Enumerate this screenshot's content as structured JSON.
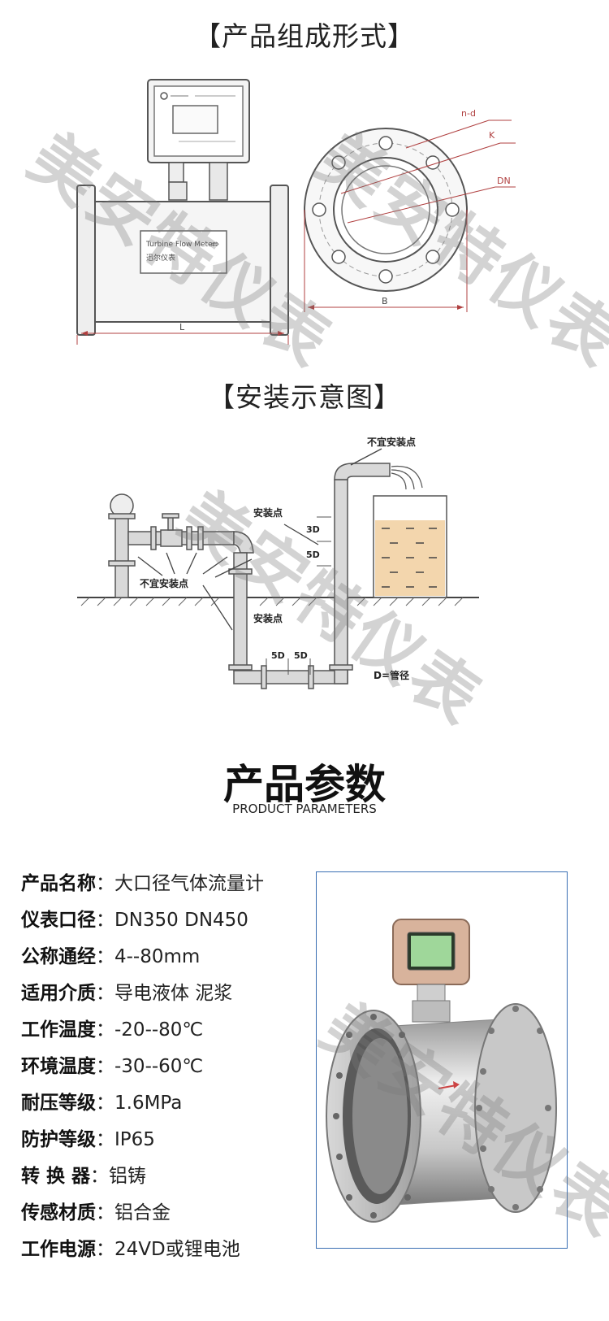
{
  "sections": {
    "composition_title": "【产品组成形式】",
    "installation_title": "【安装示意图】",
    "params_title": "产品参数",
    "params_subtitle": "PRODUCT PARAMETERS"
  },
  "watermark": "美安特仪表",
  "diagram_composition": {
    "labels": {
      "nd": "n-d",
      "k": "K",
      "dn": "DN",
      "b": "B",
      "l": "L",
      "nameplate_line1": "Turbine Flow Meter",
      "nameplate_line2": "迅尔仪表",
      "arrow": "⇨"
    }
  },
  "diagram_installation": {
    "labels": {
      "not_suitable_top": "不宜安装点",
      "install_point_upper": "安装点",
      "d3": "3D",
      "d5": "5D",
      "not_suitable_left": "不宜安装点",
      "install_point_lower": "安装点",
      "d5a": "5D",
      "d5b": "5D",
      "d_note": "D=管径"
    }
  },
  "specs": [
    {
      "label": "产品名称",
      "value": "大口径气体流量计"
    },
    {
      "label": "仪表口径",
      "value": "DN350 DN450"
    },
    {
      "label": "公称通经",
      "value": "4--80mm"
    },
    {
      "label": "适用介质",
      "value": "导电液体 泥浆"
    },
    {
      "label": "工作温度",
      "value": "-20--80℃"
    },
    {
      "label": "环境温度",
      "value": "-30--60℃"
    },
    {
      "label": "耐压等级",
      "value": "1.6MPa"
    },
    {
      "label": "防护等级",
      "value": "IP65"
    },
    {
      "label": "转 换 器",
      "value": "铝铸"
    },
    {
      "label": "传感材质",
      "value": "铝合金"
    },
    {
      "label": "工作电源",
      "value": "24VD或锂电池"
    }
  ],
  "spec_colon": "：",
  "colors": {
    "frame_border": "#3a6fb3",
    "liquid": "#f3d6ad",
    "pipe": "#d9d9d9",
    "line": "#555555",
    "dim_red": "#b04040"
  }
}
